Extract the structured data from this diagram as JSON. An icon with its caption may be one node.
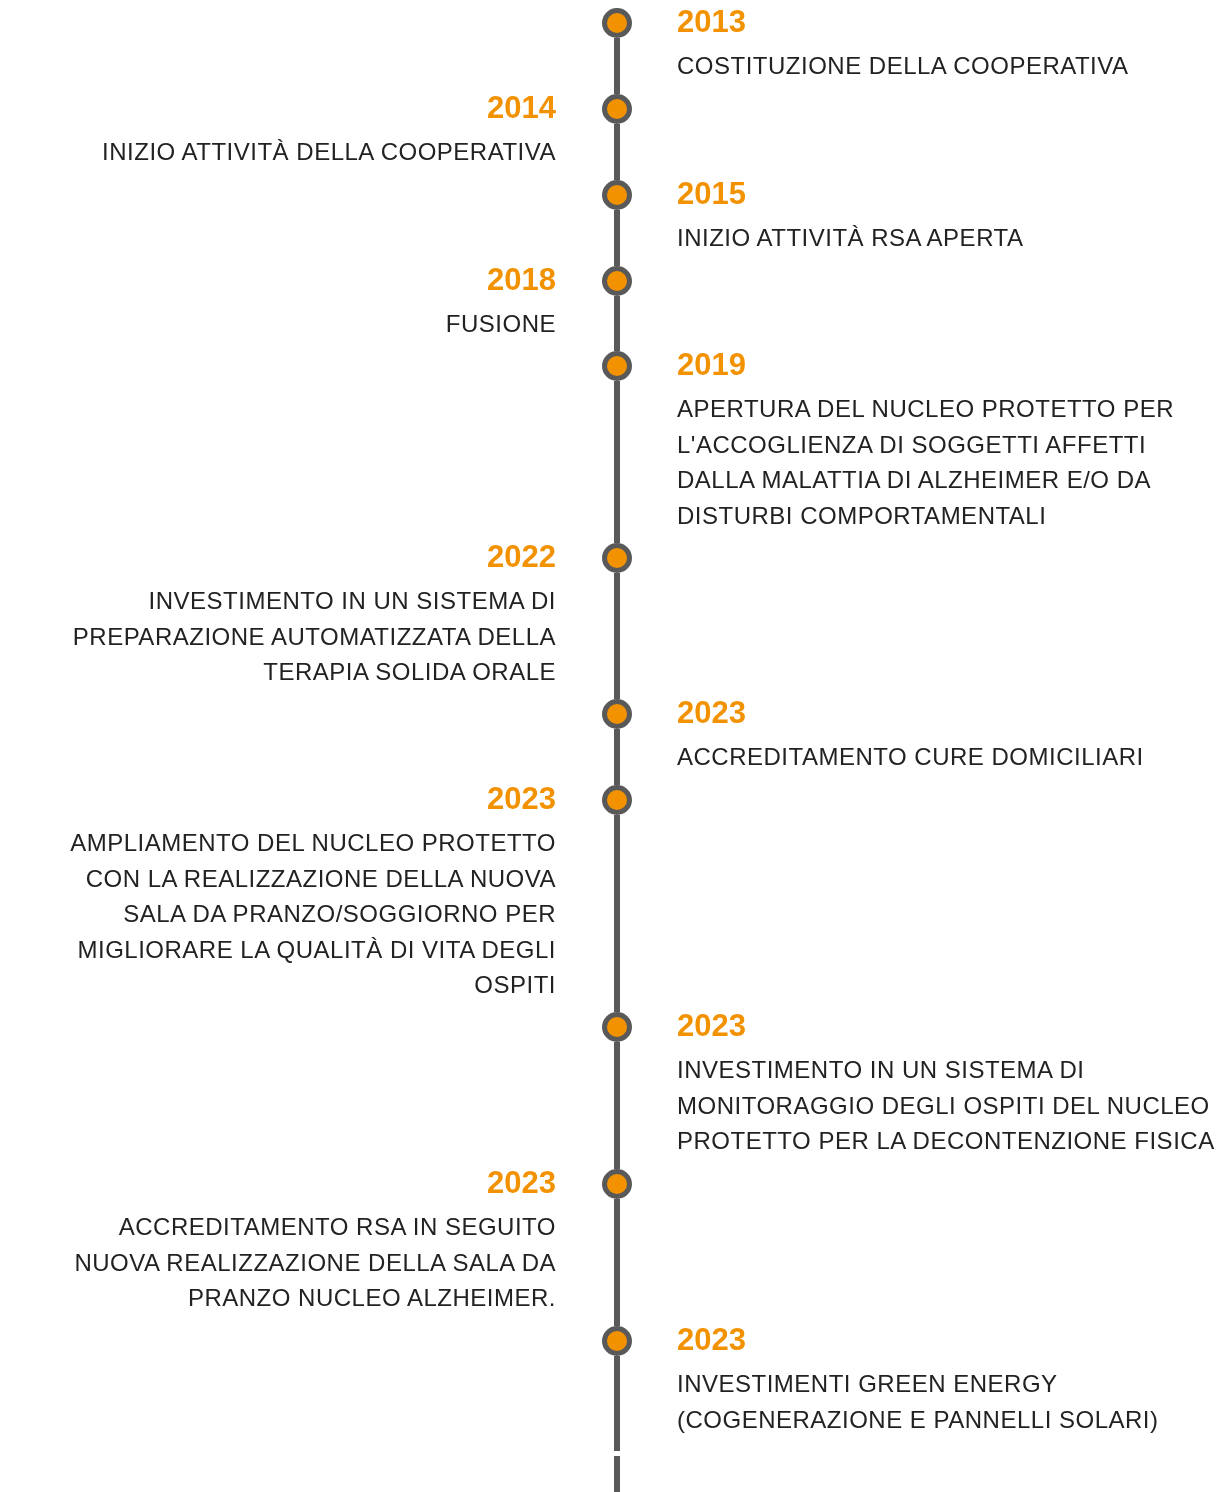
{
  "diagram": {
    "nodes": [
      {
        "text": [],
        "shape": "circle",
        "beside": [
          "2013",
          "COSTITUZIONE DELLA COOPERATIVA"
        ]
      },
      {
        "text": [],
        "shape": "circle",
        "beside": [
          "2014",
          "INIZIO ATTIVITÀ DELLA COOPERATIVA"
        ]
      },
      {
        "text": [],
        "shape": "circle",
        "beside": [
          "2015",
          "INIZIO ATTIVITÀ RSA APERTA"
        ]
      },
      {
        "text": [],
        "shape": "circle",
        "beside": [
          "2018",
          "FUSIONE"
        ]
      },
      {
        "text": [],
        "shape": "circle",
        "beside": [
          "2019",
          "APERTURA DEL NUCLEO PROTETTO PER L'ACCOGLIENZA DI SOGGETTI AFFETTI DALLA MALATTIA DI ALZHEIMER E/O DA DISTURBI COMPORTAMENTALI"
        ]
      },
      {
        "text": [],
        "shape": "circle",
        "beside": [
          "2022",
          "INVESTIMENTO IN UN SISTEMA DI PREPARAZIONE AUTOMATIZZATA DELLA TERAPIA SOLIDA ORALE"
        ]
      },
      {
        "text": [],
        "shape": "circle",
        "beside": [
          "2023",
          "ACCREDITAMENTO CURE DOMICILIARI"
        ]
      },
      {
        "text": [],
        "shape": "circle",
        "beside": [
          "2023",
          "AMPLIAMENTO DEL NUCLEO PROTETTO CON LA REALIZZAZIONE DELLA NUOVA SALA DA PRANZO/SOGGIORNO PER MIGLIORARE LA QUALITÀ DI VITA DEGLI OSPITI"
        ]
      },
      {
        "text": [],
        "shape": "circle",
        "beside": [
          "2023",
          "INVESTIMENTO IN UN SISTEMA DI MONITORAGGIO DEGLI OSPITI DEL NUCLEO PROTETTO PER LA DECONTENZIONE FISICA"
        ]
      },
      {
        "text": [],
        "shape": "circle",
        "beside": [
          "2023",
          "ACCREDITAMENTO RSA IN SEGUITO NUOVA REALIZZAZIONE DELLA SALA DA PRANZO NUCLEO ALZHEIMER."
        ]
      },
      {
        "text": [],
        "shape": "circle",
        "beside": [
          "2023",
          "INVESTIMENTI GREEN ENERGY (COGENERAZIONE E PANNELLI SOLARI)"
        ]
      }
    ],
    "edges": [
      {
        "from": 0,
        "to": 1,
        "arrow": "none"
      },
      {
        "from": 1,
        "to": 2,
        "arrow": "none"
      },
      {
        "from": 2,
        "to": 3,
        "arrow": "none"
      },
      {
        "from": 3,
        "to": 4,
        "arrow": "none"
      },
      {
        "from": 4,
        "to": 5,
        "arrow": "none"
      },
      {
        "from": 5,
        "to": 6,
        "arrow": "none"
      },
      {
        "from": 6,
        "to": 7,
        "arrow": "none"
      },
      {
        "from": 7,
        "to": 8,
        "arrow": "none"
      },
      {
        "from": 8,
        "to": 9,
        "arrow": "none"
      },
      {
        "from": 9,
        "to": 10,
        "arrow": "none"
      },
      {
        "from": 10,
        "to": null,
        "arrow": "none",
        "style": "dashed"
      }
    ]
  }
}
